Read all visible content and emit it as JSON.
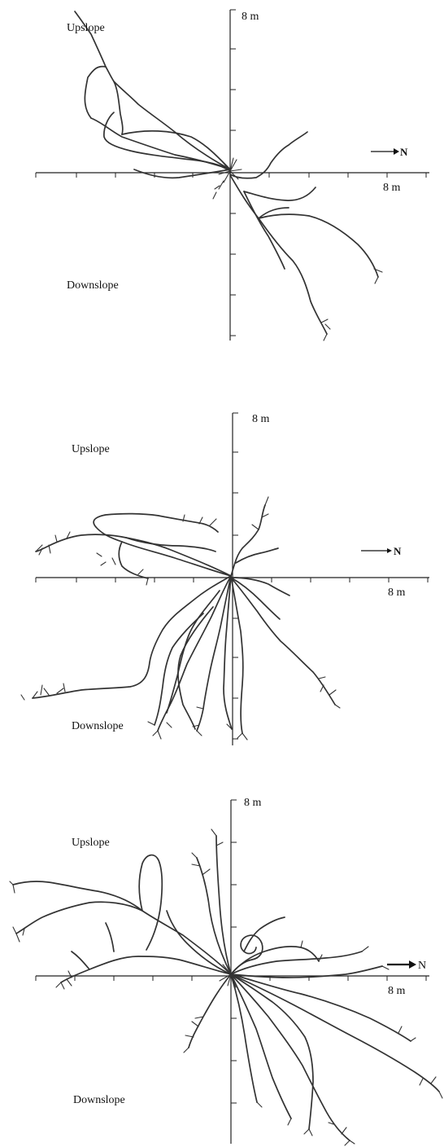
{
  "panels": [
    {
      "upslope_label": "Upslope",
      "downslope_label": "Downslope",
      "north_label": "N",
      "y_axis_label": "8 m",
      "x_axis_label": "8 m"
    },
    {
      "upslope_label": "Upslope",
      "downslope_label": "Downslope",
      "north_label": "N",
      "y_axis_label": "8 m",
      "x_axis_label": "8 m"
    },
    {
      "upslope_label": "Upslope",
      "downslope_label": "Downslope",
      "north_label": "N",
      "y_axis_label": "8 m",
      "x_axis_label": "8 m"
    }
  ],
  "colors": {
    "line": "#333333",
    "text": "#111111",
    "background": "#ffffff"
  }
}
